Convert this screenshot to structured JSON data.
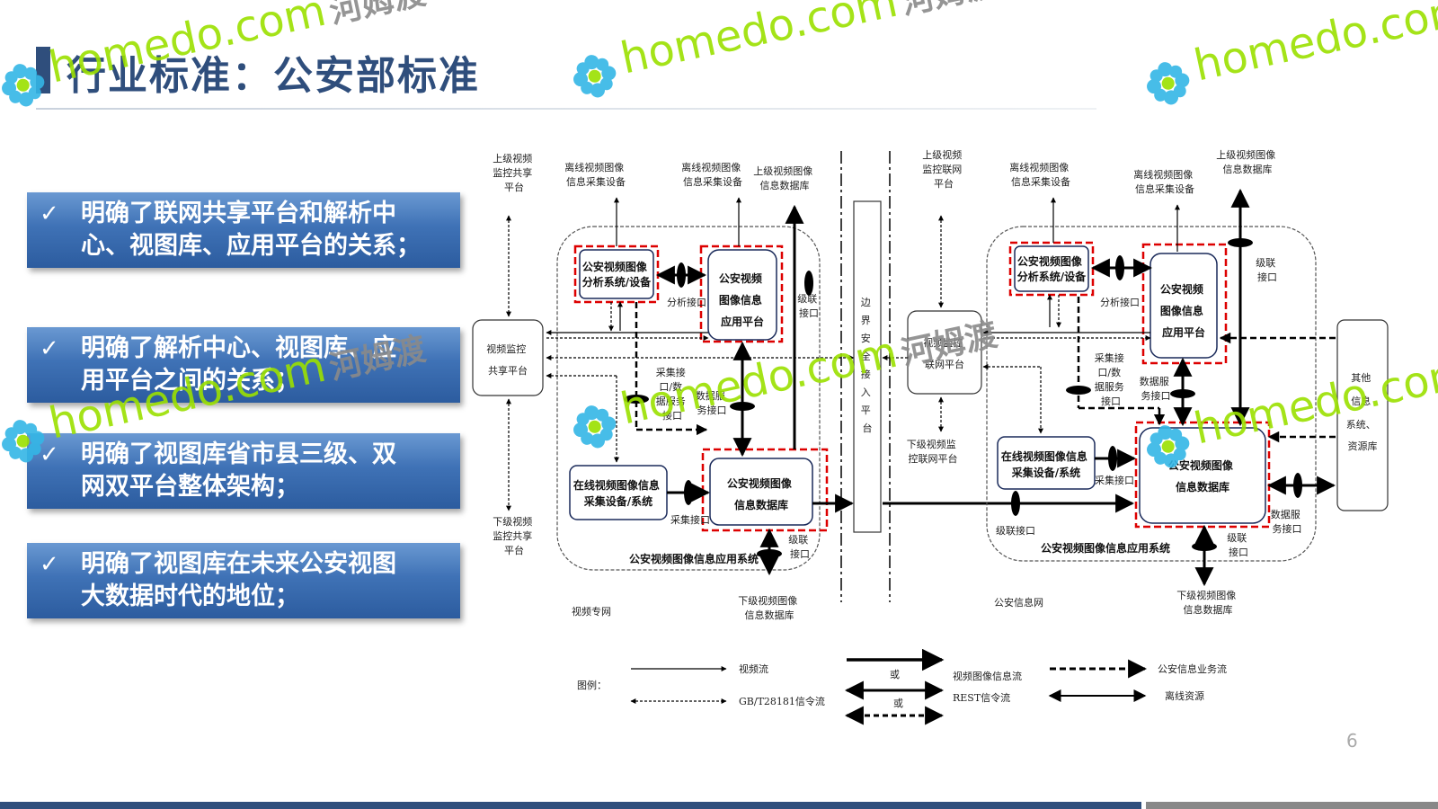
{
  "title": "行业标准：公安部标准",
  "bullets": [
    {
      "line1": "明确了联网共享平台和解析中",
      "line2": "心、视图库、应用平台的关系；"
    },
    {
      "line1": "明确了解析中心、视图库、应",
      "line2": "用平台之间的关系；"
    },
    {
      "line1": "明确了视图库省市县三级、双",
      "line2": "网双平台整体架构；"
    },
    {
      "line1": "明确了视图库在未来公安视图",
      "line2": "大数据时代的地位；"
    }
  ],
  "check_icon": "✓",
  "page_number": "6",
  "watermark": {
    "domain": "homedo.com",
    "cn": "河姆渡"
  },
  "diagram": {
    "left": {
      "upper_platform": [
        "上级视频",
        "监控共享",
        "平台"
      ],
      "offline_dev_1": [
        "离线视频图像",
        "信息采集设备"
      ],
      "offline_dev_2": [
        "离线视频图像",
        "信息采集设备"
      ],
      "upper_db": [
        "上级视频图像",
        "信息数据库"
      ],
      "share_platform": [
        "视频监控",
        "共享平台"
      ],
      "analysis_sys": [
        "公安视频图像",
        "分析系统/设备"
      ],
      "analysis_if": "分析接口",
      "app_platform": [
        "公安视频",
        "图像信息",
        "应用平台"
      ],
      "cascade_if": [
        "级联",
        "接口"
      ],
      "collect_if": [
        "采集接",
        "口/数",
        "据服务",
        "接口"
      ],
      "data_service_if": [
        "数据服",
        "务接口"
      ],
      "online_dev": [
        "在线视频图像信息",
        "采集设备/系统"
      ],
      "collect_if2": "采集接口",
      "info_db": [
        "公安视频图像",
        "信息数据库"
      ],
      "cascade_if2": [
        "级联",
        "接口"
      ],
      "system_name": "公安视频图像信息应用系统",
      "lower_platform": [
        "下级视频",
        "监控共享",
        "平台"
      ],
      "lower_db": [
        "下级视频图像",
        "信息数据库"
      ],
      "network": "视频专网"
    },
    "border": [
      "边",
      "界",
      "安",
      "全",
      "接",
      "入",
      "平",
      "台"
    ],
    "right": {
      "upper_platform": [
        "上级视频",
        "监控联网",
        "平台"
      ],
      "offline_dev_1": [
        "离线视频图像",
        "信息采集设备"
      ],
      "offline_dev_2": [
        "离线视频图像",
        "信息采集设备"
      ],
      "upper_db": [
        "上级视频图像",
        "信息数据库"
      ],
      "net_platform": [
        "视频监控",
        "联网平台"
      ],
      "analysis_sys": [
        "公安视频图像",
        "分析系统/设备"
      ],
      "analysis_if": "分析接口",
      "app_platform": [
        "公安视频",
        "图像信息",
        "应用平台"
      ],
      "cascade_if": [
        "级联",
        "接口"
      ],
      "collect_if": [
        "采集接",
        "口/数",
        "据服务",
        "接口"
      ],
      "data_service_if": [
        "数据服",
        "务接口"
      ],
      "lower_platform": [
        "下级视频监",
        "控联网平台"
      ],
      "online_dev": [
        "在线视频图像信息",
        "采集设备/系统"
      ],
      "collect_if2": "采集接口",
      "info_db": [
        "公安视频图像",
        "信息数据库"
      ],
      "cascade_if2": "级联接口",
      "system_name": "公安视频图像信息应用系统",
      "cascade_if3": [
        "级联",
        "接口"
      ],
      "data_service_if2": [
        "数据服",
        "务接口"
      ],
      "other_sys": [
        "其他",
        "信息",
        "系统、",
        "资源库"
      ],
      "lower_db": [
        "下级视频图像",
        "信息数据库"
      ],
      "network": "公安信息网"
    },
    "legend": {
      "label": "图例：",
      "video_stream": "视频流",
      "gb_signal": "GB/T28181信令流",
      "or1": "或",
      "or2": "或",
      "image_info_stream": "视频图像信息流",
      "rest_signal": "REST信令流",
      "biz_stream": "公安信息业务流",
      "offline_resource": "离线资源"
    }
  }
}
